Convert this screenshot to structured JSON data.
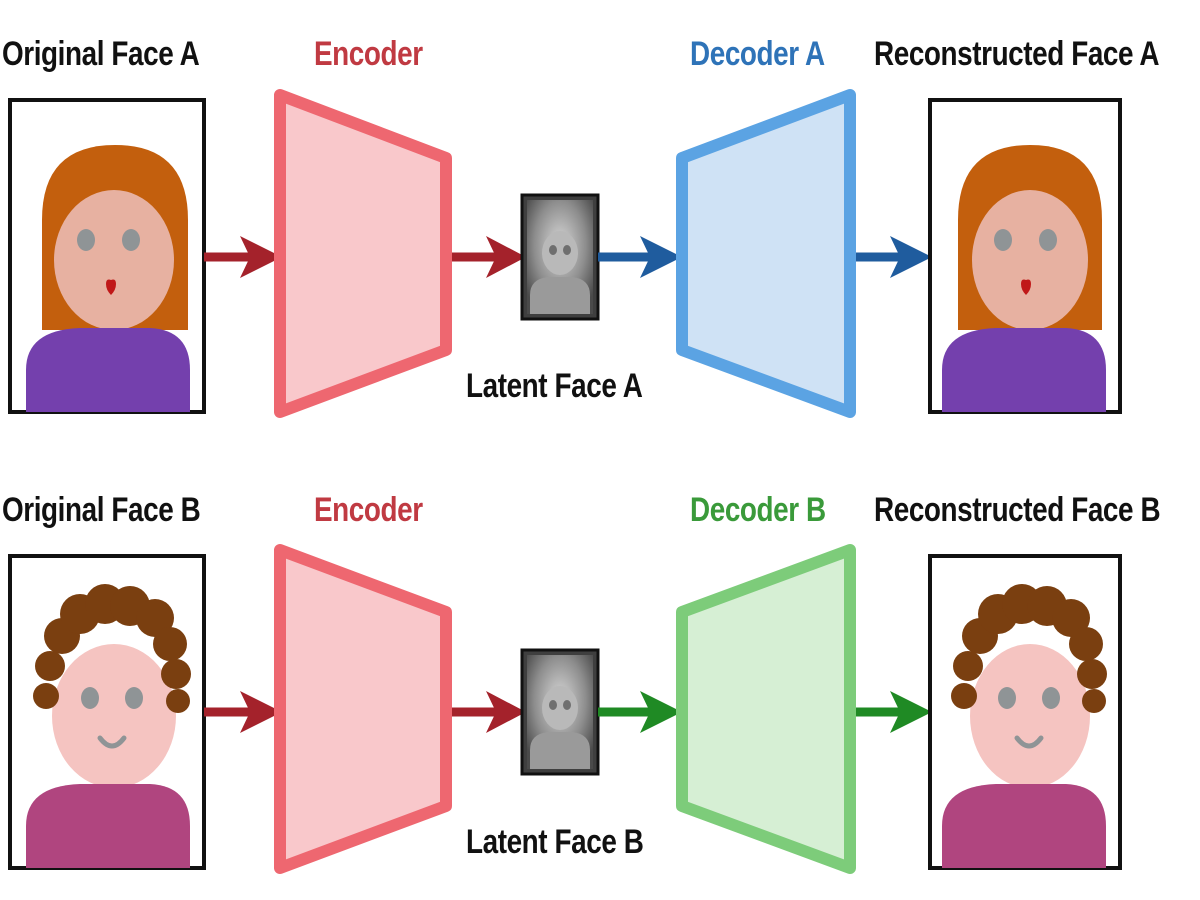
{
  "rows": [
    {
      "id": "a",
      "original_label": "Original Face A",
      "encoder_label": "Encoder",
      "decoder_label": "Decoder A",
      "reconstructed_label": "Reconstructed Face A",
      "latent_label": "Latent Face A",
      "decoder_color": "#2e73b8"
    },
    {
      "id": "b",
      "original_label": "Original Face B",
      "encoder_label": "Encoder",
      "decoder_label": "Decoder B",
      "reconstructed_label": "Reconstructed Face B",
      "latent_label": "Latent Face B",
      "decoder_color": "#3a9a3a"
    }
  ],
  "colors": {
    "encoder_stroke": "#ee6770",
    "encoder_fill": "#f9c8cb",
    "arrow_encoder": "#a4222b",
    "decoder_a_stroke": "#5ba3e3",
    "decoder_a_fill": "#cfe2f5",
    "arrow_decoder_a": "#1f5c9e",
    "decoder_b_stroke": "#7dcc7a",
    "decoder_b_fill": "#d6efd4",
    "arrow_decoder_b": "#1f8a24",
    "face_a_hair": "#c35f0d",
    "face_a_skin": "#e7b1a1",
    "face_a_shirt": "#7440ad",
    "face_b_hair": "#7a3f10",
    "face_b_skin": "#f5c4c1",
    "face_b_shirt": "#b0457f"
  }
}
